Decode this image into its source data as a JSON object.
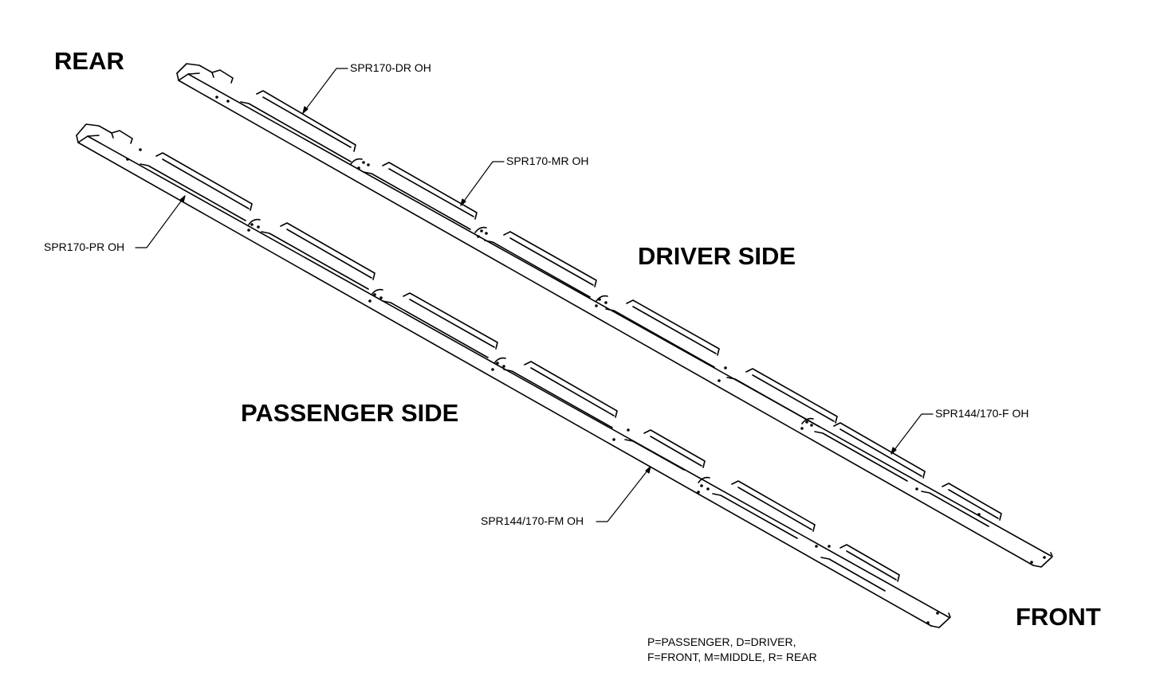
{
  "orientation": {
    "rear": "REAR",
    "front": "FRONT"
  },
  "sides": {
    "driver": "DRIVER SIDE",
    "passenger": "PASSENGER SIDE"
  },
  "callouts": {
    "dr": "SPR170-DR OH",
    "mr": "SPR170-MR OH",
    "pr": "SPR170-PR OH",
    "f": "SPR144/170-F OH",
    "fm": "SPR144/170-FM OH"
  },
  "legend": {
    "line1": "P=PASSENGER, D=DRIVER,",
    "line2": "F=FRONT, M=MIDDLE, R= REAR"
  }
}
